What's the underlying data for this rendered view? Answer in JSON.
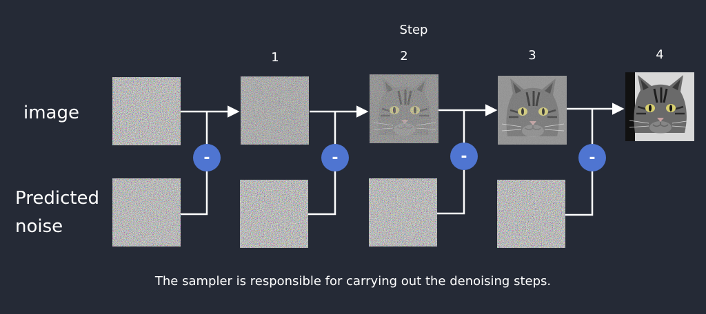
{
  "diagram": {
    "step_header": "Step",
    "steps": [
      "1",
      "2",
      "3",
      "4"
    ],
    "row_labels": {
      "image": "image",
      "predicted_line1": "Predicted",
      "predicted_line2": "noise"
    },
    "operator_symbol": "-",
    "caption": "The sampler is responsible for carrying out the denoising steps."
  },
  "colors": {
    "background": "#252a36",
    "arrow": "#ffffff",
    "operator_fill": "#4f75d1"
  }
}
